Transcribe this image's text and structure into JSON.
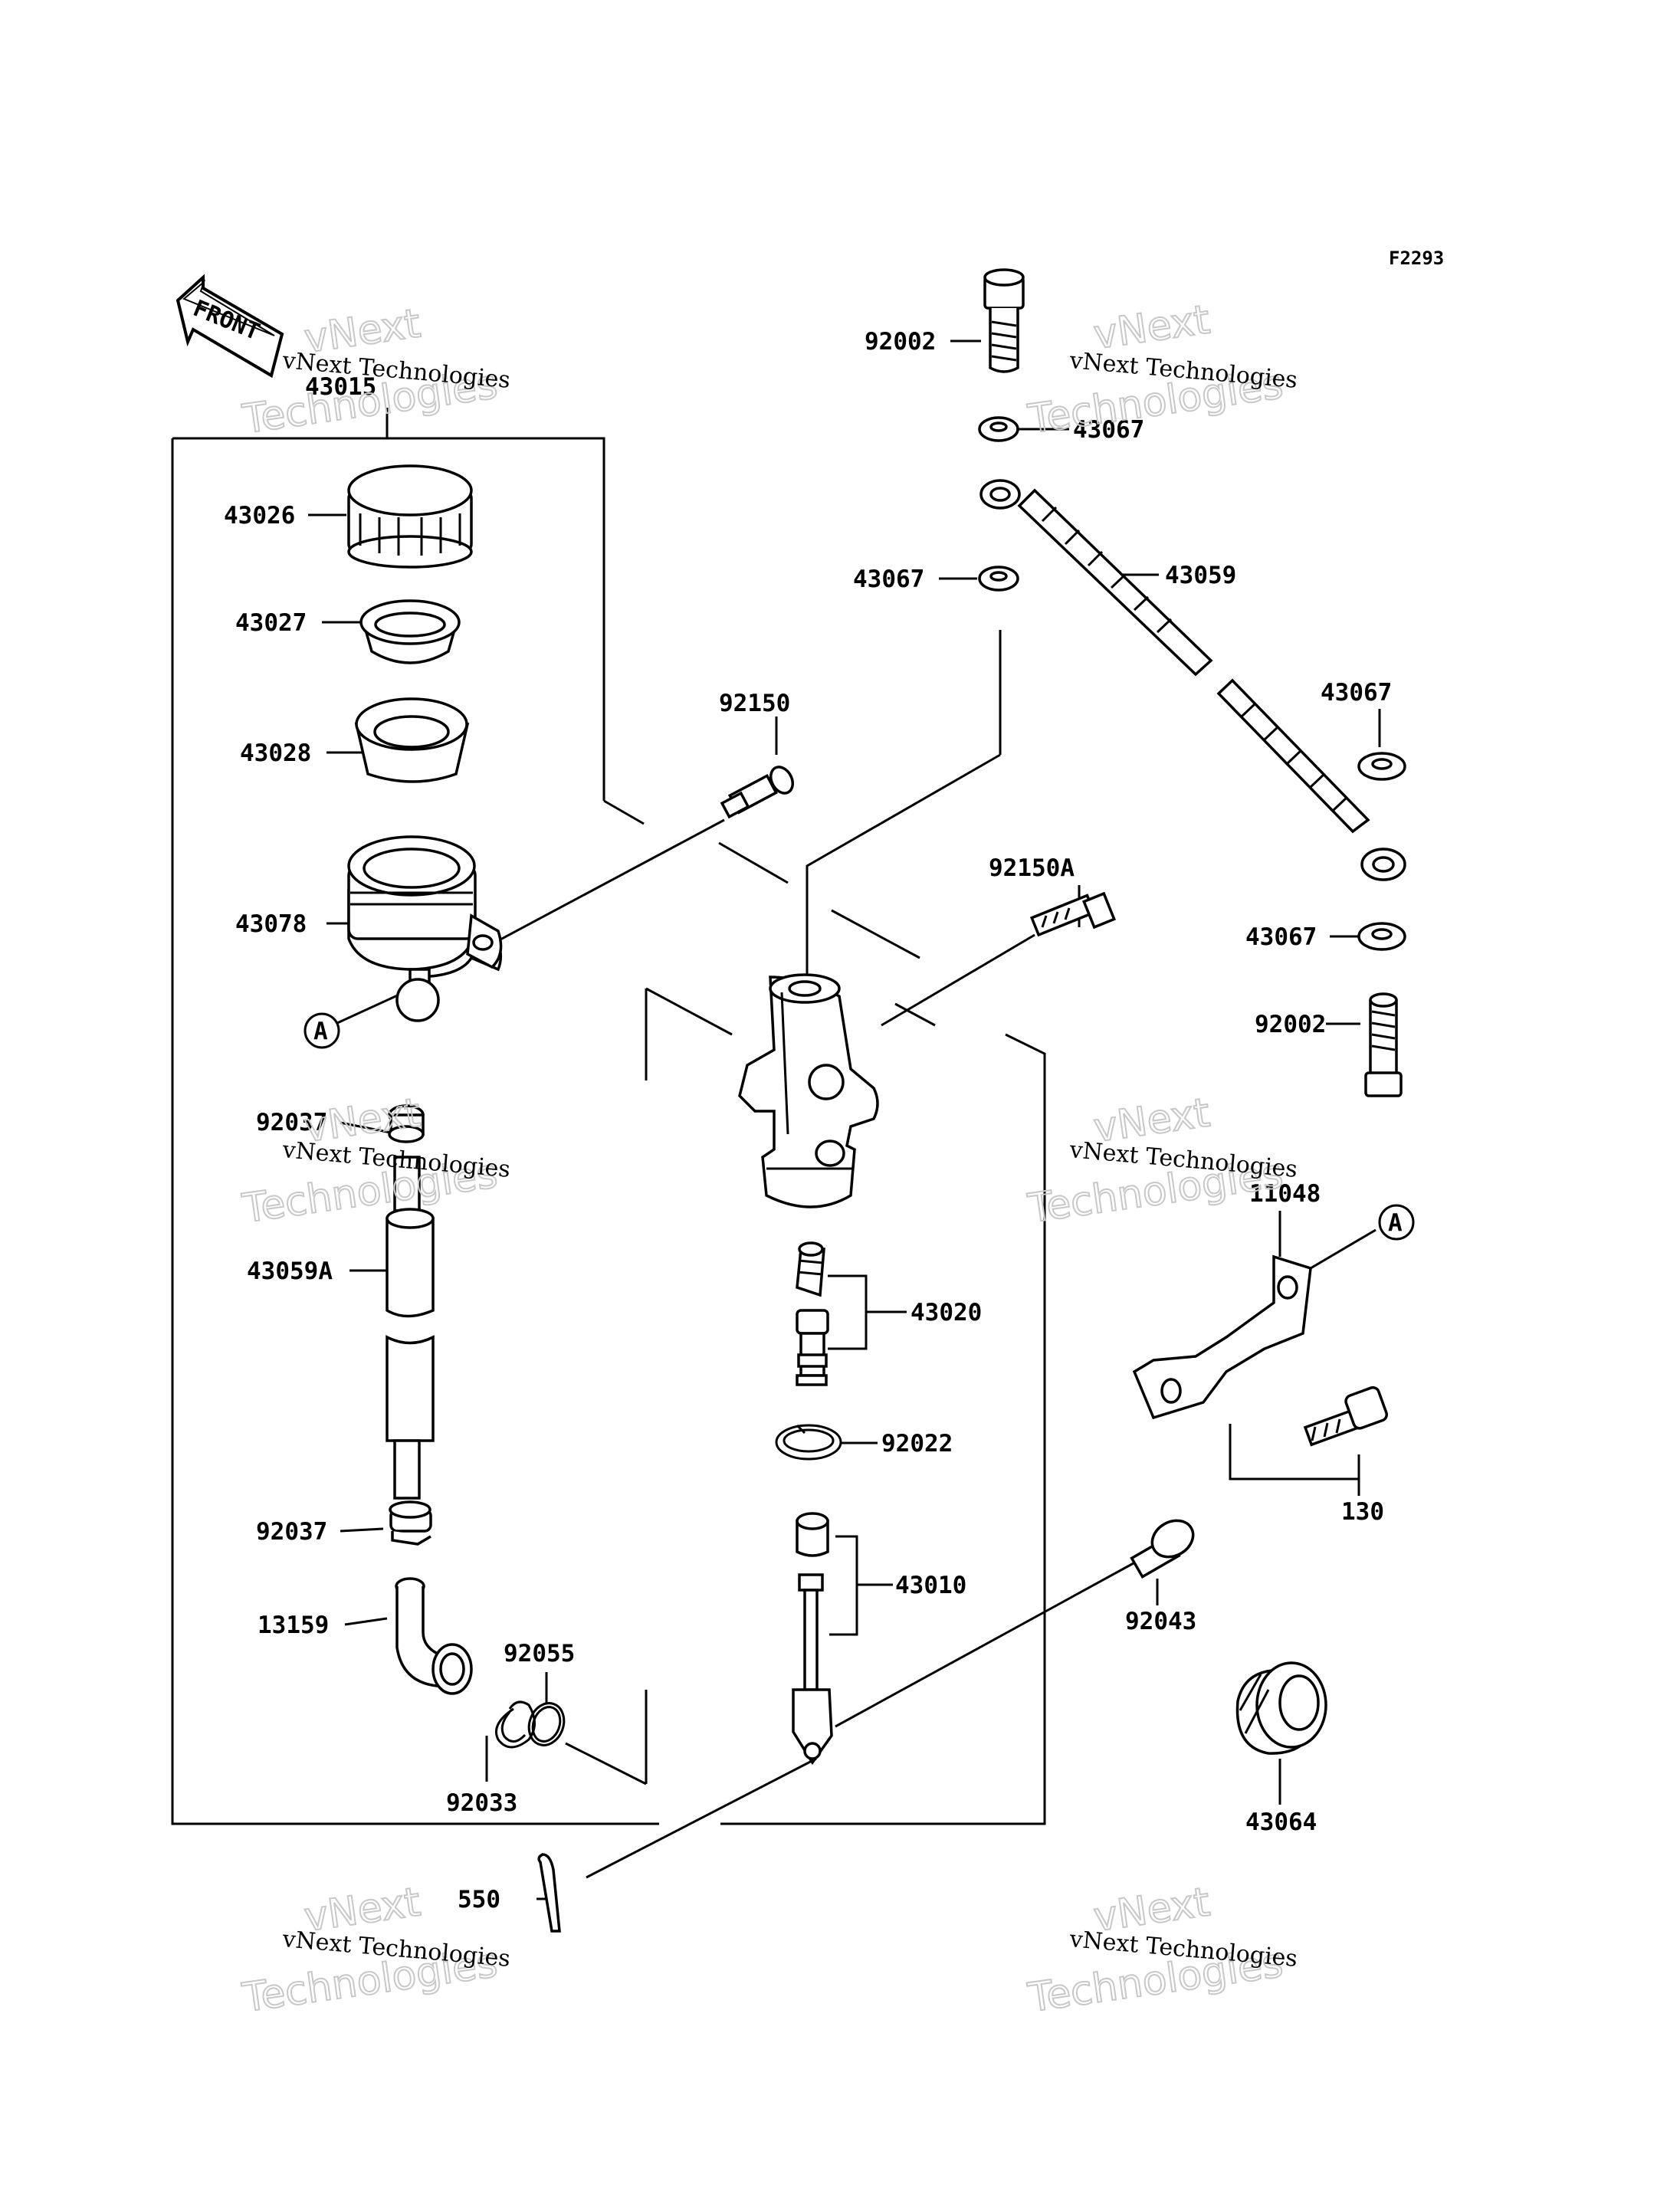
{
  "diagram_code": "F2293",
  "front_label": "FRONT",
  "watermark": {
    "line1": "vNext Technologies",
    "big_line1": "vNext",
    "big_line2": "Technologies"
  },
  "callouts": {
    "a1": "A",
    "a2": "A"
  },
  "parts": {
    "p43015": "43015",
    "p43026": "43026",
    "p43027": "43027",
    "p43028": "43028",
    "p43078": "43078",
    "p92037a": "92037",
    "p43059a": "43059A",
    "p92037b": "92037",
    "p13159": "13159",
    "p92055": "92055",
    "p92033": "92033",
    "p92150": "92150",
    "p92150a": "92150A",
    "p43020": "43020",
    "p92022": "92022",
    "p43010": "43010",
    "p550": "550",
    "p92002a": "92002",
    "p43067a": "43067",
    "p43067b": "43067",
    "p43059": "43059",
    "p43067c": "43067",
    "p43067d": "43067",
    "p92002b": "92002",
    "p11048": "11048",
    "p130": "130",
    "p92043": "92043",
    "p43064": "43064"
  }
}
